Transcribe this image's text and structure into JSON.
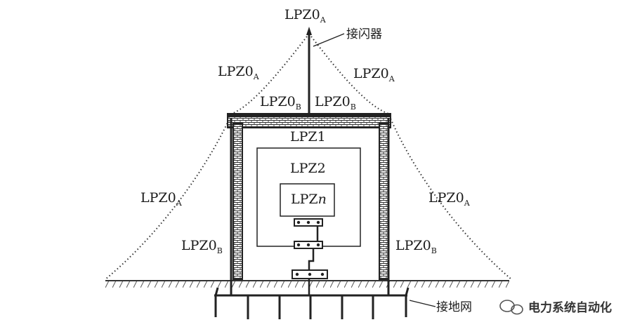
{
  "labels": {
    "lpz0a": "LPZ0",
    "lpz0b": "LPZ0",
    "sub_a": "A",
    "sub_b": "B",
    "lpz1": "LPZ1",
    "lpz2": "LPZ2",
    "lpzn_prefix": "LPZ",
    "lpzn_italic": "n",
    "air_terminal": "接闪器",
    "grounding_grid": "接地网"
  },
  "watermark": "电力系统自动化"
}
